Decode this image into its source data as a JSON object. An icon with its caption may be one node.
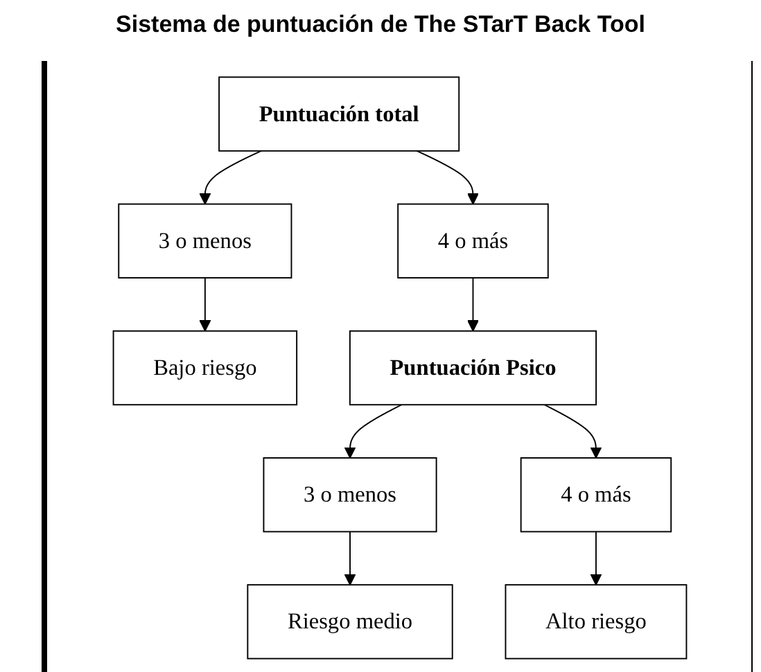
{
  "diagram": {
    "title": "Sistema de puntuación de The STarT Back Tool",
    "nodes": [
      {
        "text": [
          "Puntuación total"
        ]
      },
      {
        "text": [
          "3 o menos"
        ]
      },
      {
        "text": [
          "4 o más"
        ]
      },
      {
        "text": [
          "Bajo riesgo"
        ]
      },
      {
        "text": [
          "Puntuación Psico"
        ]
      },
      {
        "text": [
          "3 o menos"
        ]
      },
      {
        "text": [
          "4 o más"
        ]
      },
      {
        "text": [
          "Riesgo medio"
        ]
      },
      {
        "text": [
          "Alto riesgo"
        ]
      }
    ],
    "edges": [
      {
        "from": 0,
        "to": 1,
        "arrow": "to"
      },
      {
        "from": 0,
        "to": 2,
        "arrow": "to"
      },
      {
        "from": 1,
        "to": 3,
        "arrow": "to"
      },
      {
        "from": 2,
        "to": 4,
        "arrow": "to"
      },
      {
        "from": 4,
        "to": 5,
        "arrow": "to"
      },
      {
        "from": 4,
        "to": 6,
        "arrow": "to"
      },
      {
        "from": 5,
        "to": 7,
        "arrow": "to"
      },
      {
        "from": 6,
        "to": 8,
        "arrow": "to"
      }
    ]
  }
}
